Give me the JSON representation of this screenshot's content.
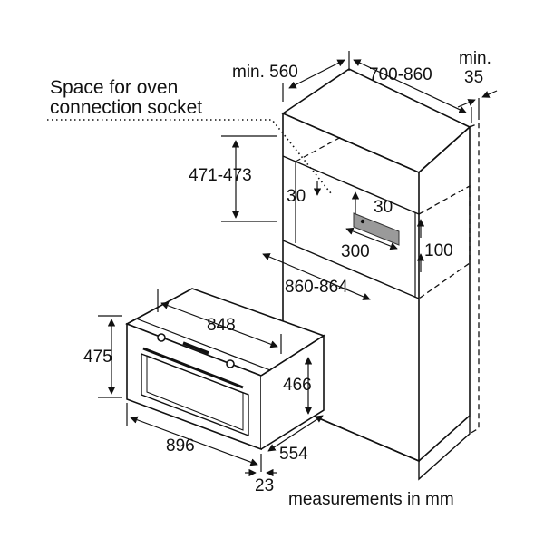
{
  "annotation": {
    "line1": "Space for oven",
    "line2": "connection socket"
  },
  "units_note": "measurements in mm",
  "dimensions": {
    "cabinet_depth_min": "min. 560",
    "cabinet_width_range": "700-860",
    "rear_gap_label": "min.",
    "rear_gap_value": "35",
    "niche_height": "471-473",
    "socket_offset_left": "30",
    "socket_offset_right": "30",
    "socket_width": "300",
    "socket_height": "100",
    "niche_depth": "860-864",
    "oven_width_inner": "848",
    "oven_front_height": "475",
    "oven_body_height": "466",
    "oven_front_width": "896",
    "oven_depth": "554",
    "oven_front_thickness": "23"
  },
  "colors": {
    "line": "#111111",
    "socket": "#9a9a9a"
  }
}
